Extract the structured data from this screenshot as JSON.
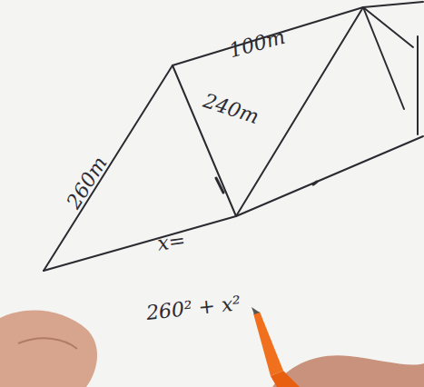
{
  "diagram": {
    "labels": [
      "100m",
      "260m",
      "240m",
      "x=",
      "260² + x²"
    ]
  }
}
